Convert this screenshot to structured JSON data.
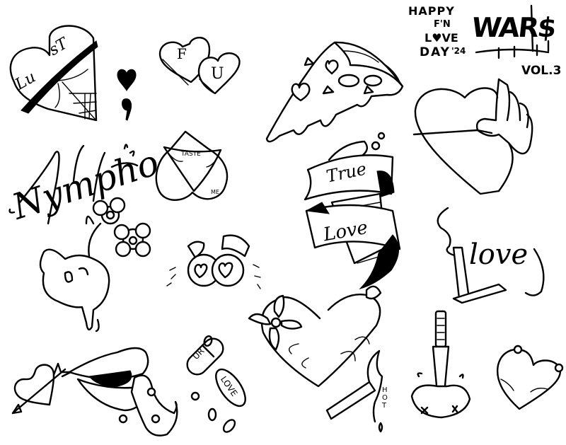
{
  "sheet": {
    "title": {
      "line1": "HAPPY",
      "line2": "F'N",
      "line3": "L♥VE",
      "line4": "DAY",
      "year": "'24"
    },
    "artist": {
      "tag": "WAR$",
      "volume": "VOL.3"
    },
    "ink_color": "#000000",
    "paper_color": "#ffffff"
  },
  "designs": [
    {
      "id": "lust-heart",
      "text_1": "Lu",
      "text_2": "sT"
    },
    {
      "id": "semicolon-heart"
    },
    {
      "id": "candy-hearts",
      "text_1": "F",
      "text_2": "U"
    },
    {
      "id": "pizza-slice"
    },
    {
      "id": "hand-heart"
    },
    {
      "id": "nympho-script",
      "text": "Nympho"
    },
    {
      "id": "panty-heart",
      "text_1": "TASTE",
      "text_2": "ME"
    },
    {
      "id": "true-love-cup",
      "text_1": "True",
      "text_2": "Love"
    },
    {
      "id": "flower-heart-hand"
    },
    {
      "id": "heart-eyes"
    },
    {
      "id": "joint-love",
      "text": "love"
    },
    {
      "id": "floral-heart"
    },
    {
      "id": "arrow-heart"
    },
    {
      "id": "lips-tongue"
    },
    {
      "id": "pills",
      "text_1": "UR",
      "text_2": "LOVE"
    },
    {
      "id": "hot-match",
      "text": "HOT"
    },
    {
      "id": "knife-lips"
    },
    {
      "id": "boob-heart"
    }
  ]
}
